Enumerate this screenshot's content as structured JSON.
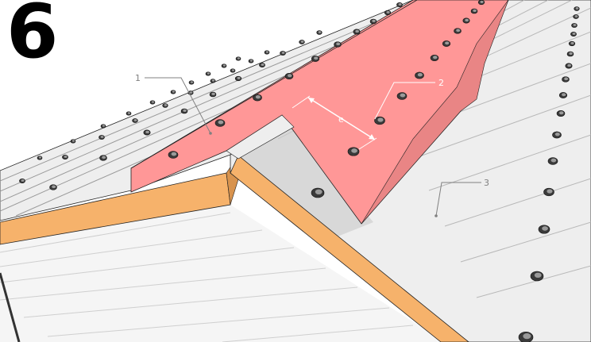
{
  "step": {
    "number": "6"
  },
  "callouts": [
    {
      "id": "1",
      "label": "1",
      "color": "#808080"
    },
    {
      "id": "2",
      "label": "2",
      "color": "#ffffff"
    },
    {
      "id": "3",
      "label": "3",
      "color": "#808080"
    }
  ],
  "dimension": {
    "label": "e",
    "color": "#ffffff"
  },
  "colors": {
    "ridge_cap": "#ff9797",
    "ridge_cap_dark": "#e98585",
    "roof_sheet": "#eeeeee",
    "roof_shadow": "#cfcfcf",
    "fascia": "#f6b26b",
    "fascia_edge": "#d8934e",
    "wall": "#f5f5f5",
    "outline": "#222222",
    "screw_head": "#3a3a3a",
    "screw_washer": "#9a9a9a"
  },
  "icons": {
    "screw": "screw-icon"
  }
}
